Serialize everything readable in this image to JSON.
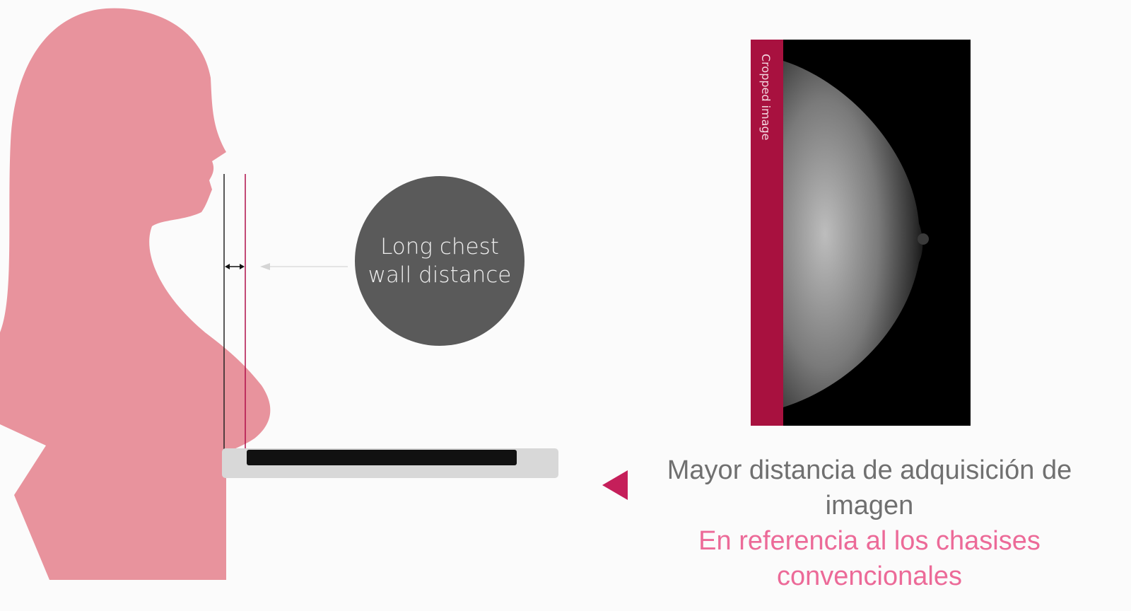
{
  "diagram": {
    "callout_line1": "Long chest",
    "callout_line2": "wall distance",
    "image_band_label": "Cropped image"
  },
  "caption": {
    "line1": "Mayor distancia de adquisición de",
    "line2": "imagen",
    "line3": "En referencia al los chasises",
    "line4": "convencionales"
  },
  "colors": {
    "silhouette": "#e8939d",
    "accent": "#a8113f",
    "pink_text": "#ec6a98",
    "gray_text": "#707070",
    "circle": "#5a5a5a"
  }
}
